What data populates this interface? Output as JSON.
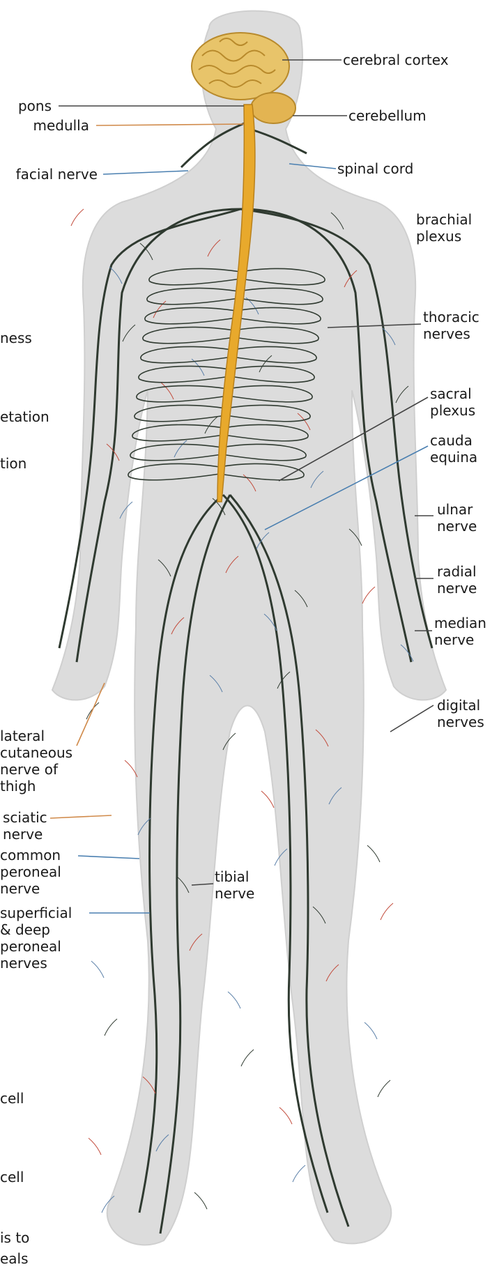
{
  "colors": {
    "background": "#ffffff",
    "body_silhouette": "#dcdcdc",
    "body_outline": "#cfcfcf",
    "brain": "#e8c46a",
    "brain_fold": "#b88a2c",
    "cerebellum": "#e3b452",
    "spinal_cord": "#e8a92c",
    "spinal_cord_core": "#f7d98a",
    "nerve": "#2f3a30",
    "nerve_fine_red": "#c24a3a",
    "nerve_fine_blue": "#5a7fa8",
    "leader_line": "#444444",
    "leader_orange": "#d08a4a",
    "leader_blue": "#4a7fb0"
  },
  "labels": {
    "cerebral_cortex": "cerebral cortex",
    "pons": "pons",
    "cerebellum": "cerebellum",
    "medulla": "medulla",
    "facial_nerve": "facial nerve",
    "spinal_cord": "spinal cord",
    "brachial_plexus": "brachial\nplexus",
    "thoracic_nerves": "thoracic\nnerves",
    "sacral_plexus": "sacral\nplexus",
    "cauda_equina": "cauda\nequina",
    "ulnar_nerve": "ulnar\nnerve",
    "radial_nerve": "radial\nnerve",
    "median_nerve": "median\nnerve",
    "digital_nerves": "digital\nnerves",
    "lateral_cutaneous": "lateral\ncutaneous\nnerve of\nthigh",
    "sciatic_nerve": "sciatic\nnerve",
    "common_peroneal": "common\nperoneal\nnerve",
    "tibial_nerve": "tibial\nnerve",
    "superficial_deep_peroneal": "superficial\n& deep\nperoneal\nnerves"
  },
  "cut_off_text": {
    "ness": "ness",
    "etation": "etation",
    "tion": "tion",
    "cell_1": "cell",
    "cell_2": "cell",
    "is_to": "is to",
    "eals": "eals"
  }
}
